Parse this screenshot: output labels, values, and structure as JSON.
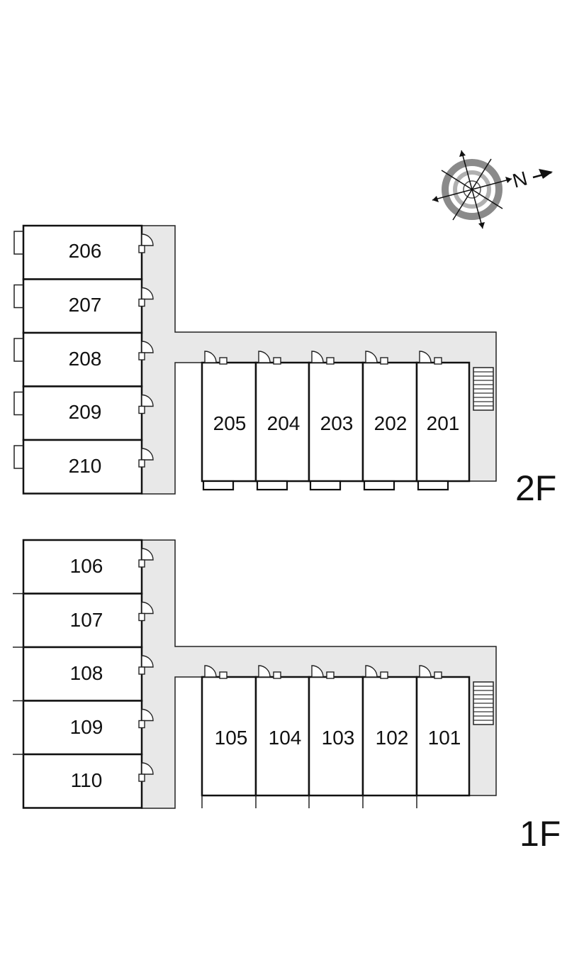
{
  "compass": {
    "north_letter": "N",
    "icon": "compass-rose-icon"
  },
  "floors": [
    {
      "id": "2F",
      "label": "2F",
      "wing_rooms": [
        "206",
        "207",
        "208",
        "209",
        "210"
      ],
      "row_rooms": [
        "205",
        "204",
        "203",
        "202",
        "201"
      ]
    },
    {
      "id": "1F",
      "label": "1F",
      "wing_rooms": [
        "106",
        "107",
        "108",
        "109",
        "110"
      ],
      "row_rooms": [
        "105",
        "104",
        "103",
        "102",
        "101"
      ]
    }
  ],
  "colors": {
    "corridor": "#e8e8e8",
    "walls": "#111111",
    "compass_ring": "#8a8a8a"
  }
}
